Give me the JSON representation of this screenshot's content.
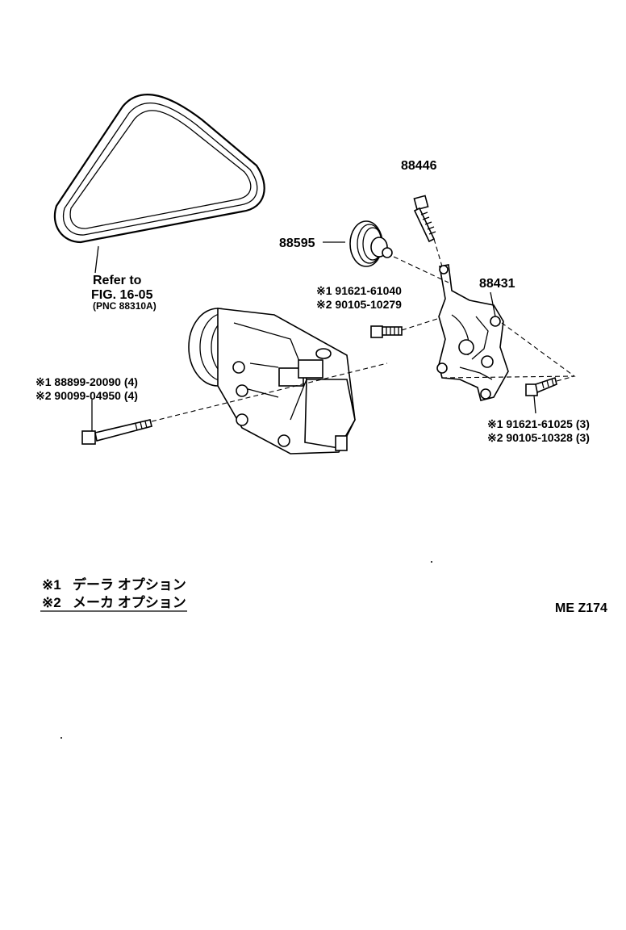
{
  "labels": {
    "belt_ref_line1": "Refer to",
    "belt_ref_line2": "FIG. 16-05",
    "belt_ref_line3": "(PNC 88310A)",
    "pn_88446": "88446",
    "pn_88595": "88595",
    "pn_88431": "88431",
    "bolt_upper_opt1": "※1 91621-61040",
    "bolt_upper_opt2": "※2 90105-10279",
    "bolt_long_opt1": "※1 88899-20090 (4)",
    "bolt_long_opt2": "※2 90099-04950 (4)",
    "bolt_right_opt1": "※1 91621-61025 (3)",
    "bolt_right_opt2": "※2 90105-10328 (3)"
  },
  "legend": {
    "item1_mark": "※1",
    "item1_text": "デーラ オプション",
    "item2_mark": "※2",
    "item2_text": "メーカ オプション"
  },
  "figure_code": "ME Z174"
}
